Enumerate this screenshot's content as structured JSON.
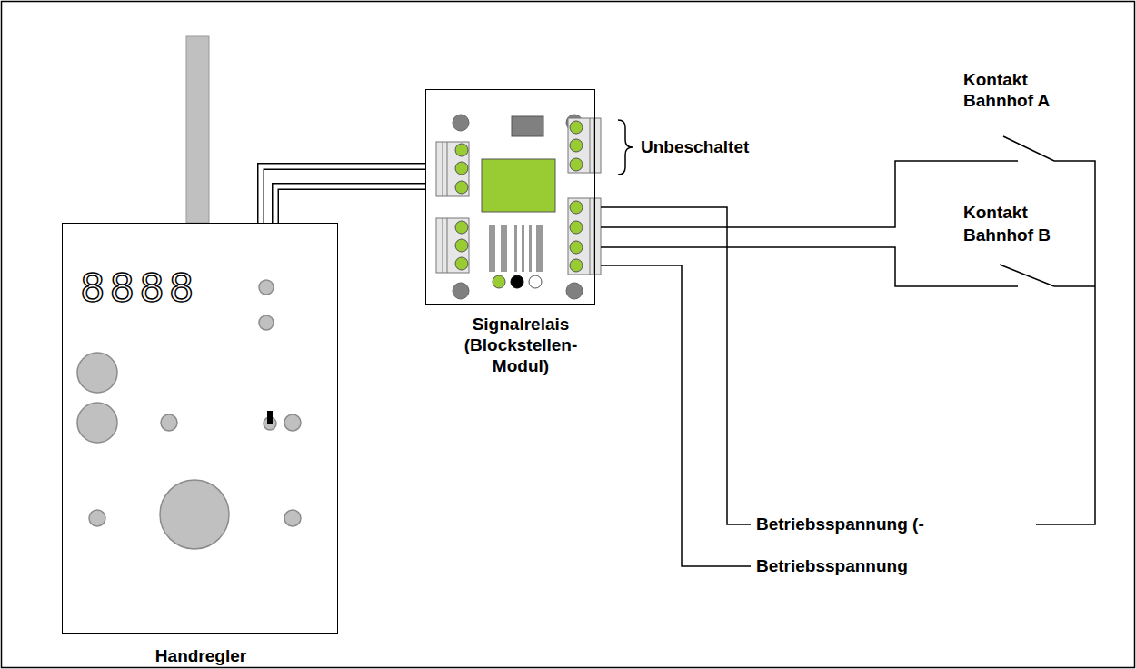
{
  "diagram": {
    "nodes": [
      {
        "text": [
          "8888",
          "Handregler"
        ]
      },
      {
        "text": [
          "Signalrelais (Blockstellen- Modul)"
        ]
      }
    ],
    "edges": [
      {
        "from": 0,
        "to": 1,
        "arrow": "none"
      },
      {
        "from": 0,
        "to": 1,
        "arrow": "none"
      }
    ],
    "labels": [
      "Kontakt Bahnhof A",
      "Unbeschaltet",
      "Kontakt Bahnhof B",
      "Betriebsspannung (-",
      "Betriebsspannung"
    ]
  }
}
